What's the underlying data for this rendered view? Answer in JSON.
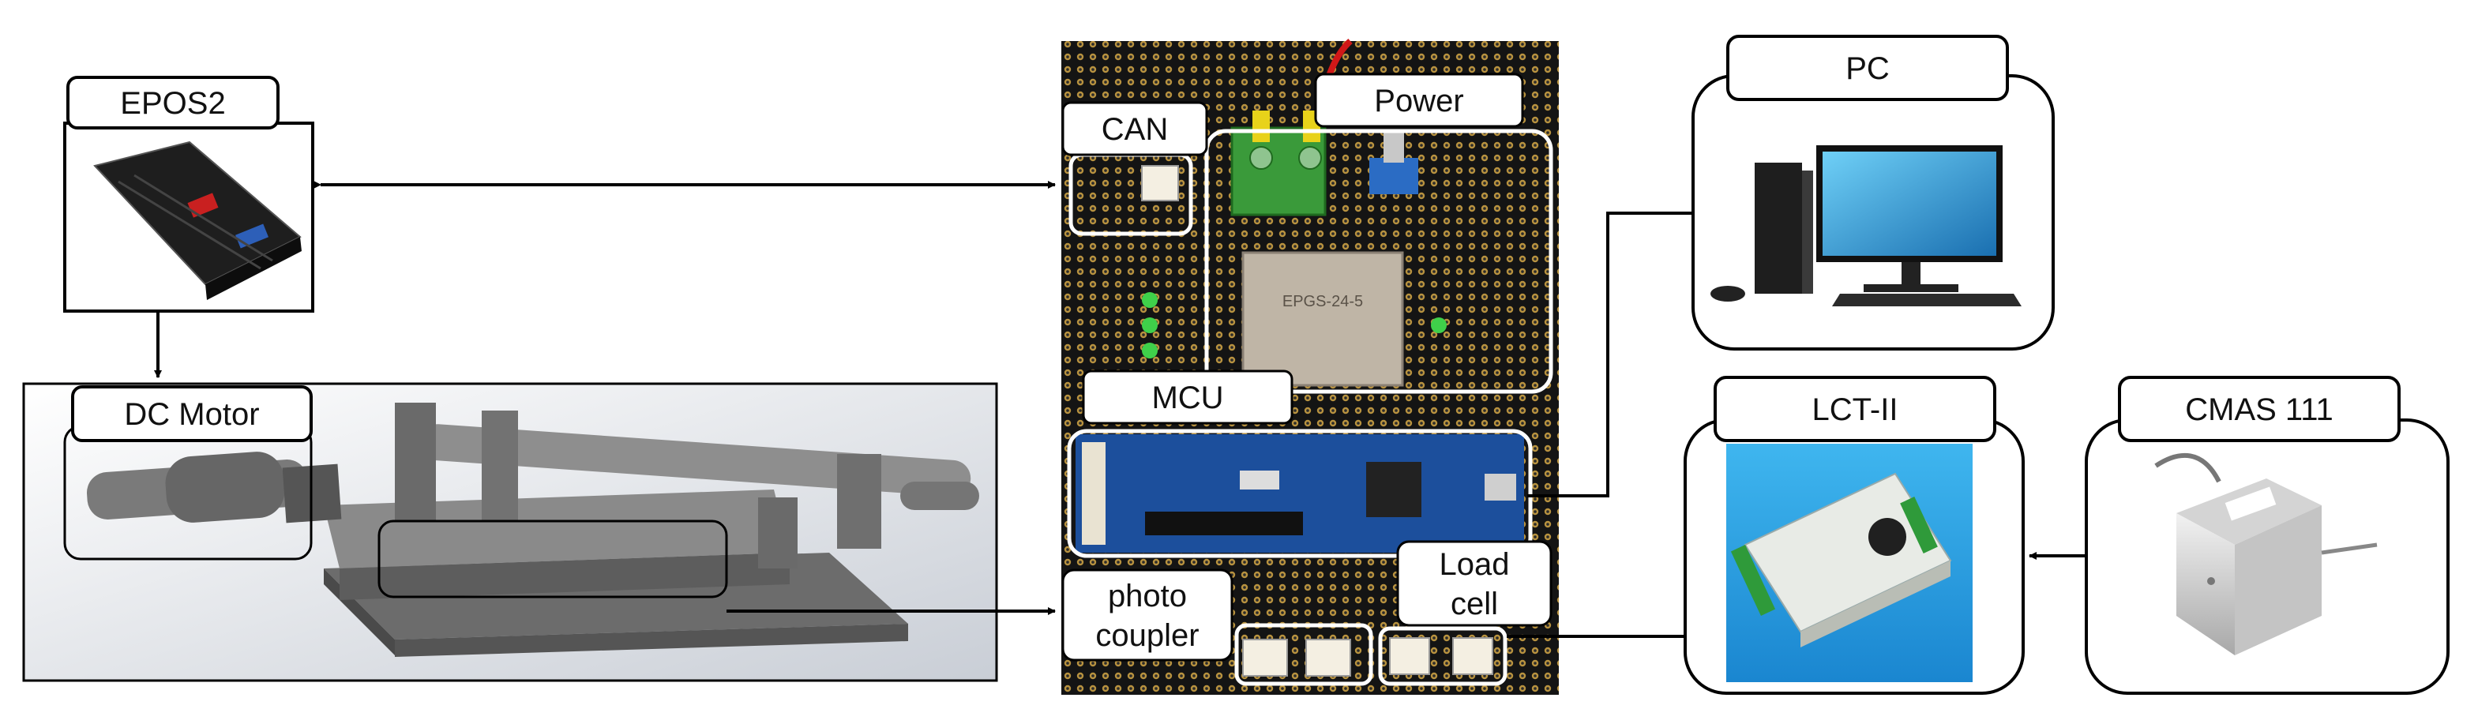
{
  "labels": {
    "epos2": "EPOS2",
    "dc_motor": "DC Motor",
    "can": "CAN",
    "power": "Power",
    "mcu": "MCU",
    "photo_line1": "photo",
    "photo_line2": "coupler",
    "load_line1": "Load",
    "load_line2": "cell",
    "pc": "PC",
    "lct": "LCT-II",
    "cmas": "CMAS 111"
  },
  "board_chip_text": "EPGS-24-5",
  "colors": {
    "pcb_dark": "#1a1a1a",
    "pcb_pad": "#c8a24a",
    "mcu_board": "#1c4f9c",
    "terminal_green": "#3a9a3a",
    "lct_bg": "#1fa0e0",
    "monitor_screen": "#2a9ad8"
  }
}
